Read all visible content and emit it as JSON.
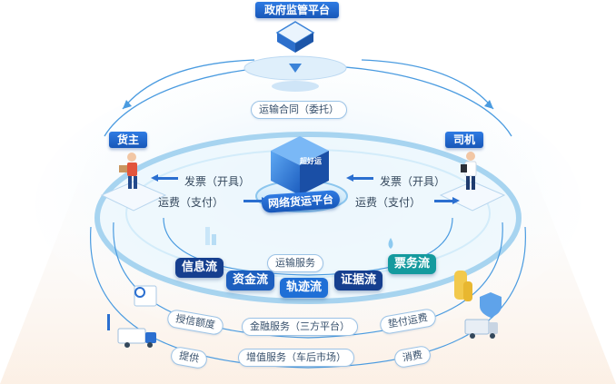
{
  "top_label": "政府监管平台",
  "left_party": "货主",
  "right_party": "司机",
  "contract": "运输合同（委托）",
  "left_invoice": "发票（开具）",
  "left_freight": "运费（支付）",
  "right_invoice": "发票（开具）",
  "right_freight": "运费（支付）",
  "platform_name": "网络货运平台",
  "logo_text": "超好运",
  "transport_service": "运输服务",
  "flows": [
    "信息流",
    "资金流",
    "轨迹流",
    "证据流",
    "票务流"
  ],
  "financial_service": "金融服务（三方平台）",
  "value_added_service": "增值服务（车后市场）",
  "credit_limit": "授信额度",
  "provide": "提供",
  "advance_freight": "垫付运费",
  "consume": "消费",
  "colors": {
    "accent": "#1f6fd6",
    "flow_dark": "#163f8f",
    "flow_teal": "#149a9e",
    "ring": "#4a9be0"
  }
}
